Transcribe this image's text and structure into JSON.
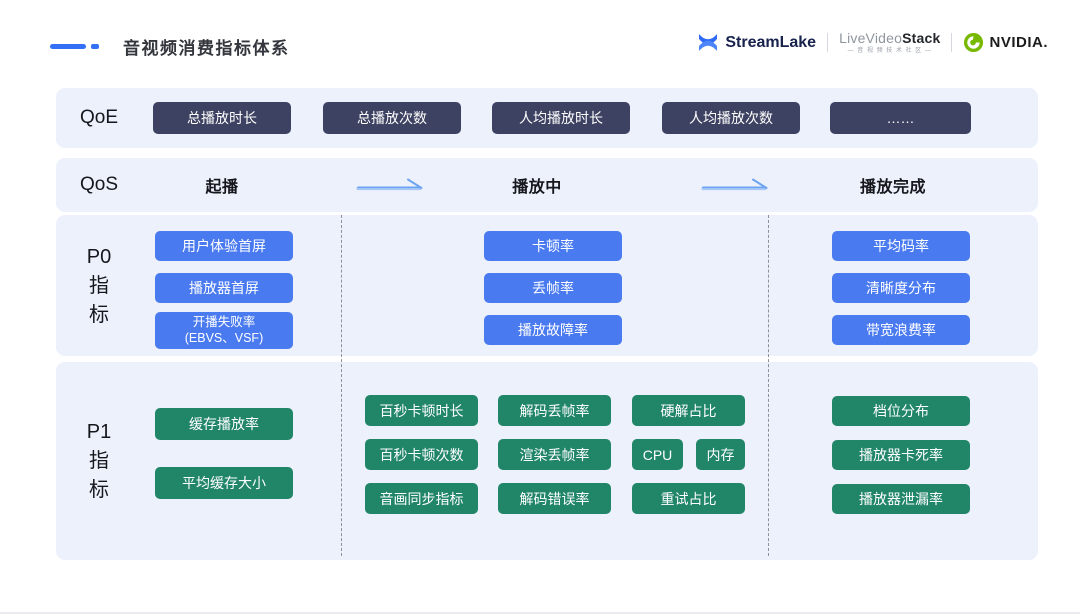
{
  "colors": {
    "accent_blue": "#3370f6",
    "navy_chip": "#3d4262",
    "blue_chip": "#4a7af0",
    "green_chip": "#218568",
    "panel_bg": "#edf1fc",
    "nvidia_green": "#76b900",
    "streamlake_blue": "#2f6bf6"
  },
  "header": {
    "title": "音视频消费指标体系",
    "logos": {
      "streamlake": "StreamLake",
      "lvs_light": "LiveVideo",
      "lvs_bold": "Stack",
      "lvs_subtitle": "— 音 视 频 技 术 社 区 —",
      "nvidia": "NVIDIA."
    }
  },
  "qoe": {
    "label": "QoE",
    "items": [
      "总播放时长",
      "总播放次数",
      "人均播放时长",
      "人均播放次数",
      "……"
    ]
  },
  "qos": {
    "label": "QoS",
    "stages": [
      "起播",
      "播放中",
      "播放完成"
    ]
  },
  "p0": {
    "label": [
      "P0",
      "指",
      "标"
    ],
    "start_col": [
      "用户体验首屏",
      "播放器首屏"
    ],
    "start_col_multiline": {
      "line1": "开播失败率",
      "line2": "(EBVS、VSF)"
    },
    "mid_col": [
      "卡顿率",
      "丢帧率",
      "播放故障率"
    ],
    "end_col": [
      "平均码率",
      "清晰度分布",
      "带宽浪费率"
    ]
  },
  "p1": {
    "label": [
      "P1",
      "指",
      "标"
    ],
    "start_col": [
      "缓存播放率",
      "平均缓存大小"
    ],
    "grid": {
      "row1": [
        "百秒卡顿时长",
        "解码丢帧率",
        "硬解占比"
      ],
      "row2": [
        "百秒卡顿次数",
        "渲染丢帧率",
        "CPU",
        "内存"
      ],
      "row3": [
        "音画同步指标",
        "解码错误率",
        "重试占比"
      ]
    },
    "end_col": [
      "档位分布",
      "播放器卡死率",
      "播放器泄漏率"
    ]
  }
}
